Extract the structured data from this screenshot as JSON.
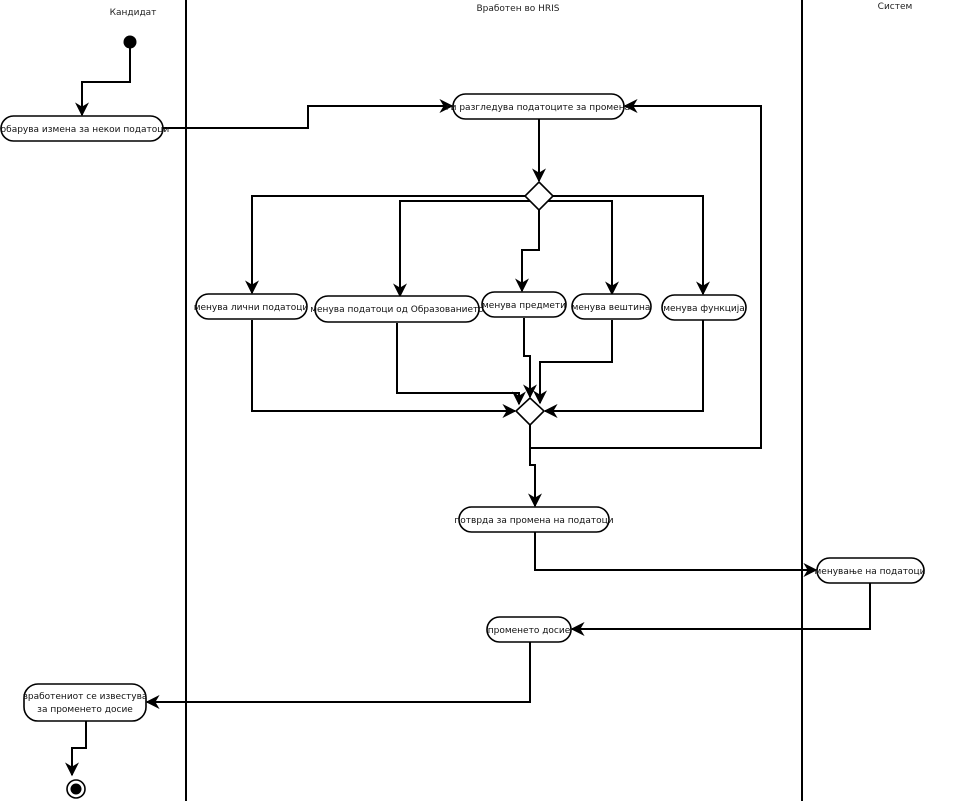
{
  "diagram": {
    "type": "UML activity diagram (swimlanes)",
    "colors": {
      "stroke": "#000000",
      "background": "#ffffff",
      "node_fill": "#ffffff"
    },
    "lanes": [
      {
        "id": "candidate",
        "title": "Кандидат"
      },
      {
        "id": "hris",
        "title": "Вработен во HRIS"
      },
      {
        "id": "system",
        "title": "Систем"
      }
    ],
    "nodes": {
      "start": {
        "kind": "initial",
        "lane": "candidate"
      },
      "a1": {
        "kind": "action",
        "lane": "candidate",
        "label": "побарува измена за некои податоци"
      },
      "a2": {
        "kind": "action",
        "lane": "hris",
        "label": "ги разгледува податоците за промена"
      },
      "d1": {
        "kind": "decision",
        "lane": "hris"
      },
      "b1": {
        "kind": "action",
        "lane": "hris",
        "label": "менува лични податоци"
      },
      "b2": {
        "kind": "action",
        "lane": "hris",
        "label": "менува податоци од Образованието"
      },
      "b3": {
        "kind": "action",
        "lane": "hris",
        "label": "менува предмети"
      },
      "b4": {
        "kind": "action",
        "lane": "hris",
        "label": "менува вештина"
      },
      "b5": {
        "kind": "action",
        "lane": "hris",
        "label": "менува функција"
      },
      "m1": {
        "kind": "merge",
        "lane": "hris"
      },
      "a3": {
        "kind": "action",
        "lane": "hris",
        "label": "потврда за промена на податоци"
      },
      "a4": {
        "kind": "action",
        "lane": "system",
        "label": "менување на податоци"
      },
      "a5": {
        "kind": "action",
        "lane": "hris",
        "label": "променето досие"
      },
      "a6": {
        "kind": "action",
        "lane": "candidate",
        "label_lines": [
          "вработениот се известува",
          "за променето досие"
        ]
      },
      "end": {
        "kind": "final",
        "lane": "candidate"
      }
    },
    "edges": [
      {
        "from": "start",
        "to": "a1"
      },
      {
        "from": "a1",
        "to": "a2"
      },
      {
        "from": "a2",
        "to": "d1"
      },
      {
        "from": "d1",
        "to": "b1"
      },
      {
        "from": "d1",
        "to": "b2"
      },
      {
        "from": "d1",
        "to": "b3"
      },
      {
        "from": "d1",
        "to": "b4"
      },
      {
        "from": "d1",
        "to": "b5"
      },
      {
        "from": "b1",
        "to": "m1"
      },
      {
        "from": "b2",
        "to": "m1"
      },
      {
        "from": "b3",
        "to": "m1"
      },
      {
        "from": "b4",
        "to": "m1"
      },
      {
        "from": "b5",
        "to": "m1"
      },
      {
        "from": "m1",
        "to": "a2",
        "note": "loop back"
      },
      {
        "from": "m1",
        "to": "a3"
      },
      {
        "from": "a3",
        "to": "a4"
      },
      {
        "from": "a4",
        "to": "a5"
      },
      {
        "from": "a5",
        "to": "a6"
      },
      {
        "from": "a6",
        "to": "end"
      }
    ]
  }
}
